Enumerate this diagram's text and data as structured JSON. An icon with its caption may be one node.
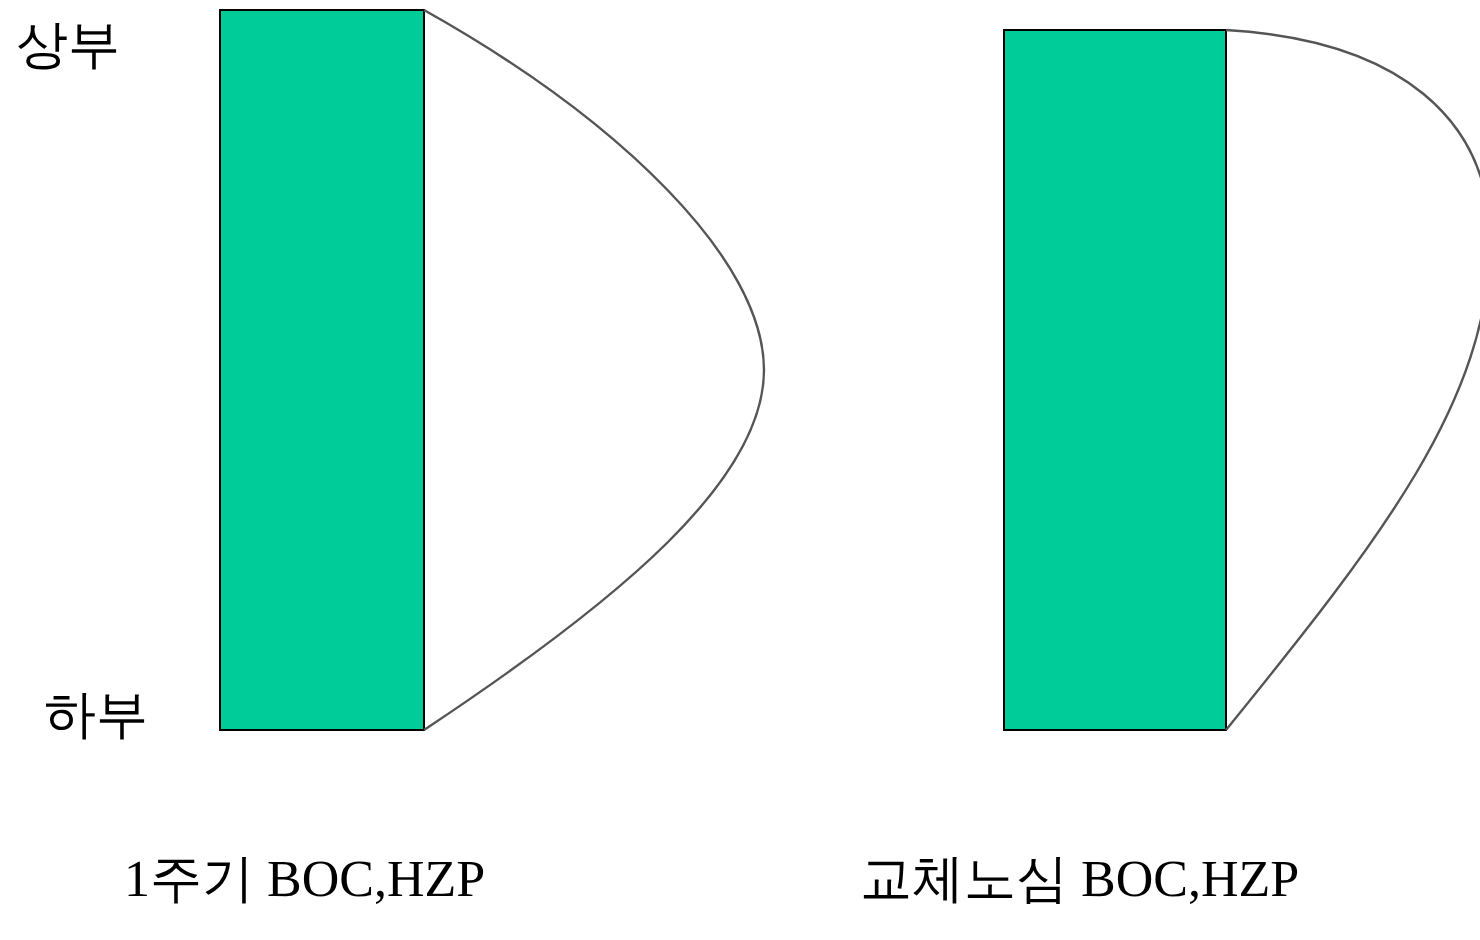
{
  "diagram": {
    "labels": [
      "상부",
      "하부",
      "1주기 BOC,HZP",
      "교체노심 BOC,HZP"
    ]
  }
}
